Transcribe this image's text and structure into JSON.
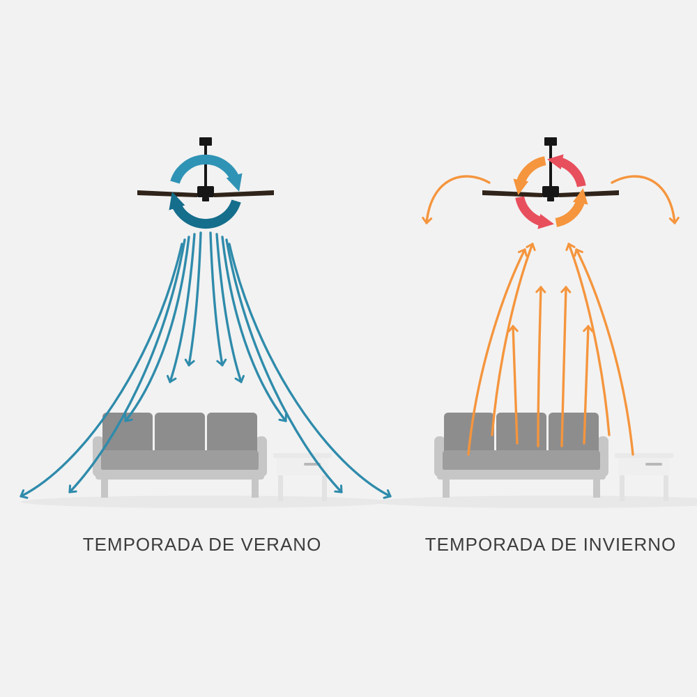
{
  "panels": {
    "summer": {
      "label": "TEMPORADA DE VERANO",
      "airflow": "downward",
      "fan_direction": "clockwise"
    },
    "winter": {
      "label": "TEMPORADA DE INVIERNO",
      "airflow": "upward",
      "fan_direction": "counterclockwise"
    }
  },
  "colors": {
    "background": "#f2f2f2",
    "label_color": "#3c3c3c",
    "fan_body": "#161616",
    "fan_blade": "#30241a",
    "summer_flow": "#2f8bab",
    "summer_rot_dark": "#156e8c",
    "summer_rot_light": "#2f93b5",
    "winter_flow": "#f5953d",
    "winter_rot_orange": "#f5953d",
    "winter_rot_red": "#e84f5c",
    "sofa_cushion": "#8d8d8d",
    "sofa_seat": "#9d9d9d",
    "sofa_frame": "#c6c6c6",
    "table_top": "#e9e9e9",
    "table_body": "#efefef",
    "table_handle": "#b8b8b8",
    "table_leg": "#e2e2e2",
    "shadow": "#e8e8e8"
  }
}
